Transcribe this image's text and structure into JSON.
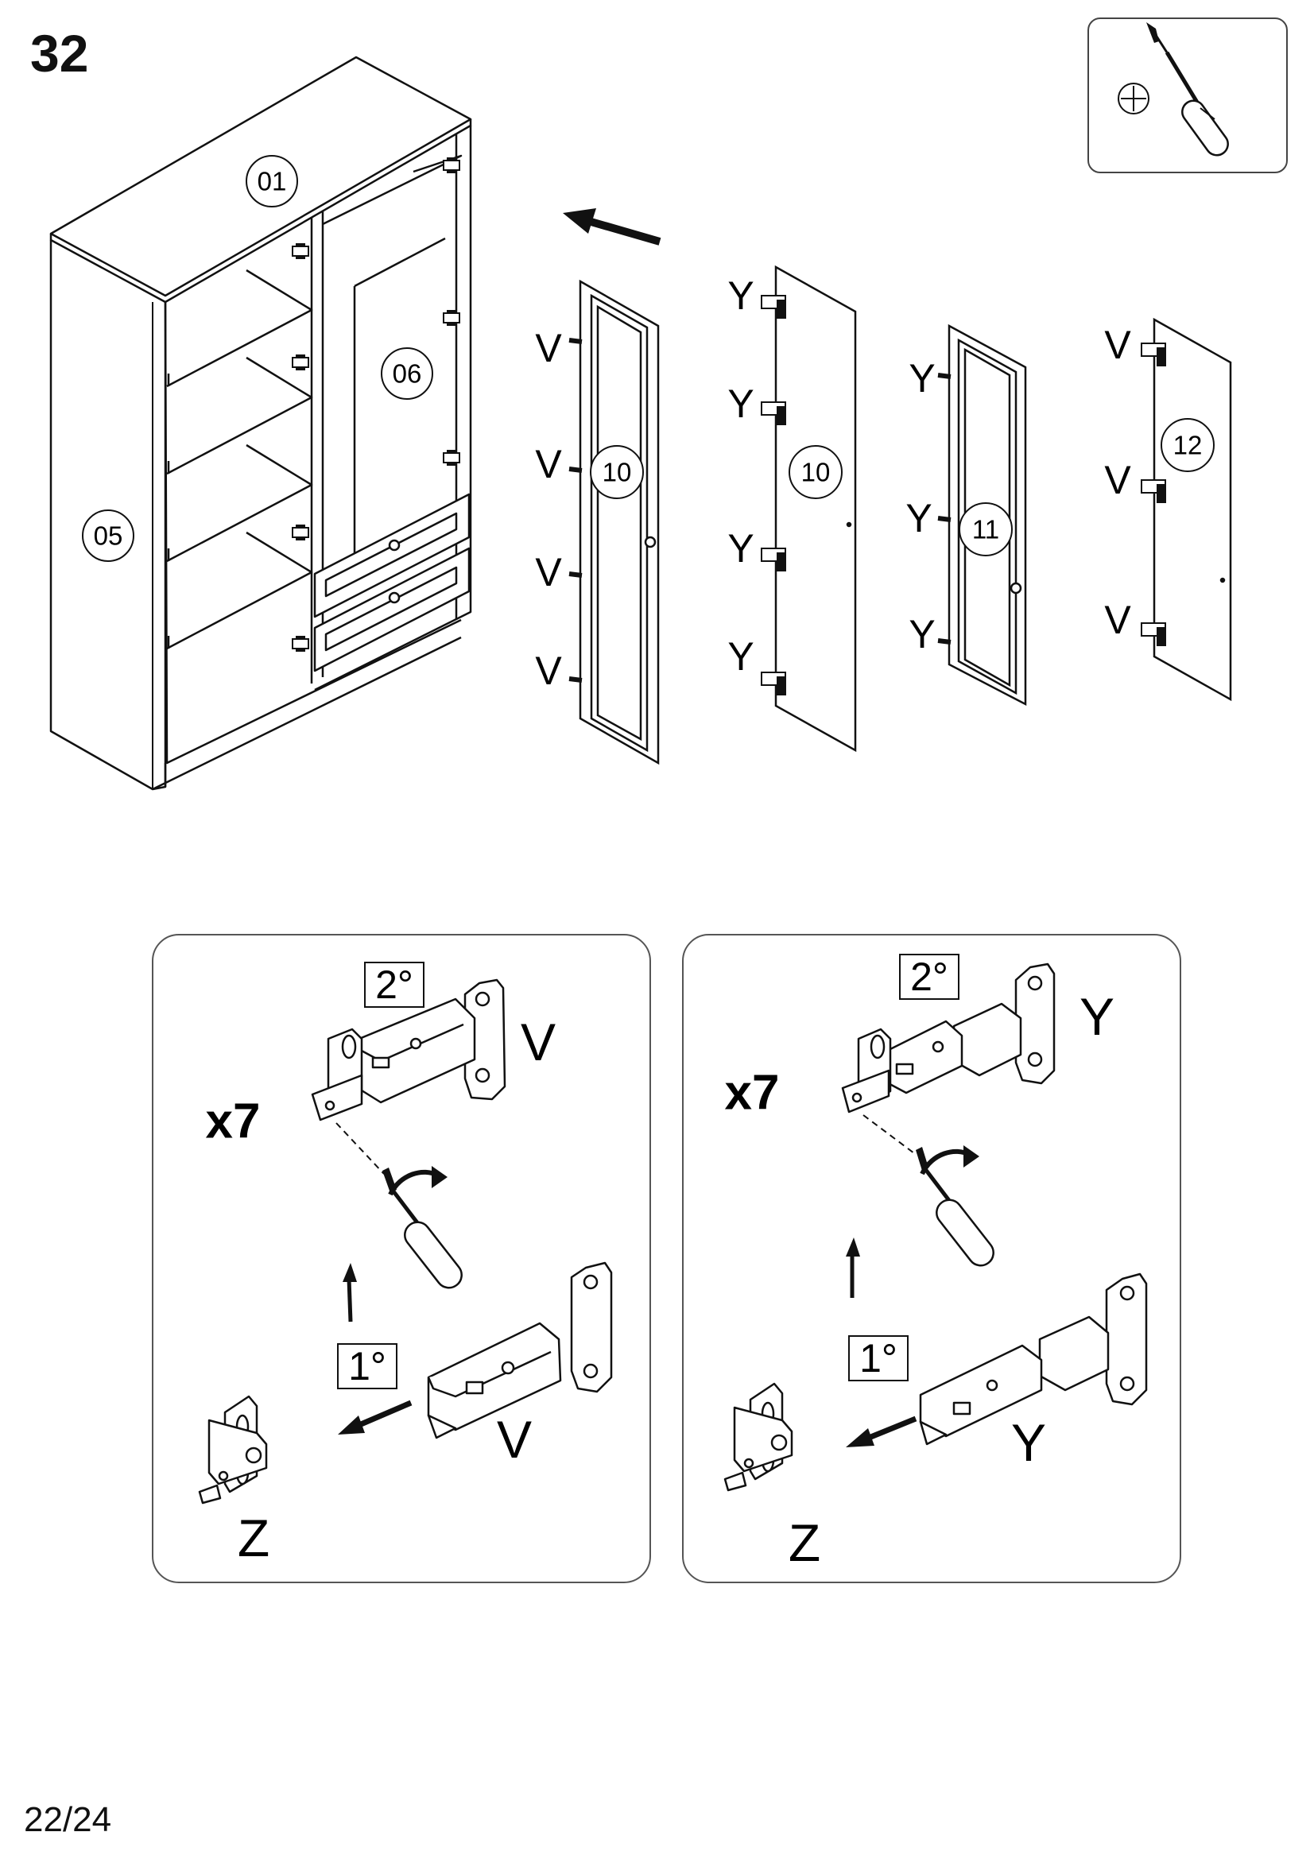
{
  "step_number": "32",
  "page_number": "22/24",
  "tool": {
    "icon": "phillips-screwdriver-icon"
  },
  "cabinet": {
    "parts": {
      "top": "01",
      "side": "05",
      "middle": "06"
    }
  },
  "doors": [
    {
      "part": "10",
      "hinge_label": "V",
      "hinge_labels": [
        "V",
        "V",
        "V",
        "V"
      ]
    },
    {
      "part": "10",
      "hinge_label": "Y",
      "hinge_labels": [
        "Y",
        "Y",
        "Y",
        "Y"
      ]
    },
    {
      "part": "11",
      "hinge_label": "Y",
      "hinge_labels": [
        "Y",
        "Y",
        "Y"
      ]
    },
    {
      "part": "12",
      "hinge_label": "V",
      "hinge_labels": [
        "V",
        "V",
        "V"
      ]
    }
  ],
  "detail_left": {
    "quantity": "x7",
    "step_1": "1°",
    "step_2": "2°",
    "hinge_top_label": "V",
    "hinge_bottom_label": "V",
    "plate_label": "Z"
  },
  "detail_right": {
    "quantity": "x7",
    "step_1": "1°",
    "step_2": "2°",
    "hinge_top_label": "Y",
    "hinge_bottom_label": "Y",
    "plate_label": "Z"
  }
}
